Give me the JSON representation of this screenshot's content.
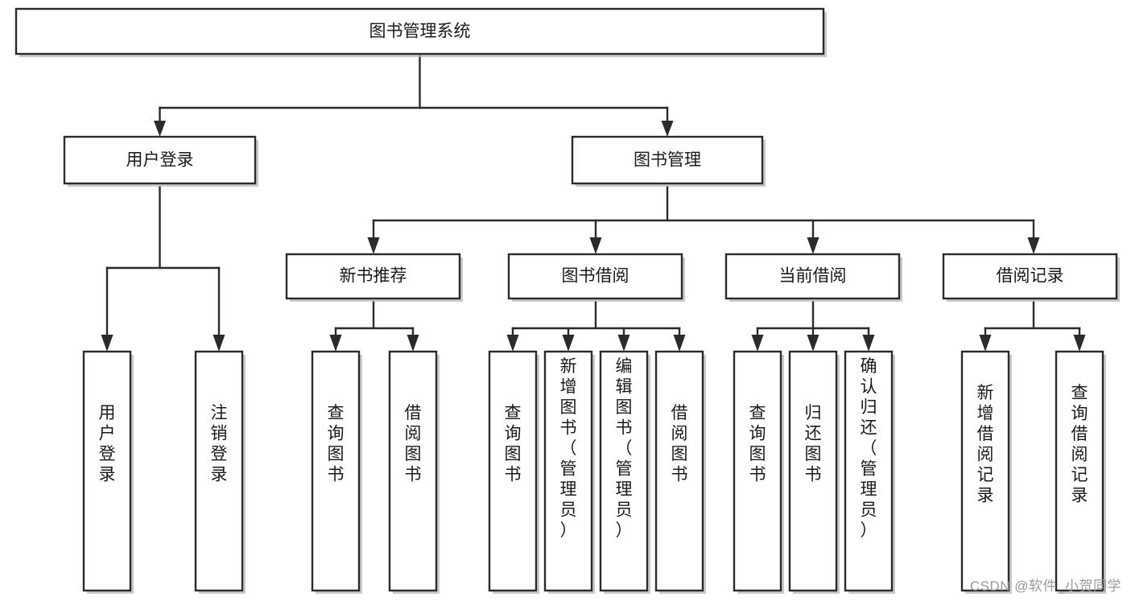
{
  "diagram": {
    "type": "tree",
    "title": "图书管理系统",
    "orientation": "top-down",
    "colors": {
      "box_fill": "#ffffff",
      "box_stroke": "#2b2b2b",
      "shadow": "#b8b8b8",
      "text": "#1a1a1a",
      "background": "#ffffff",
      "watermark": "#9a9a9a"
    },
    "nodes": {
      "root": {
        "label": "图书管理系统",
        "level": 0,
        "orientation": "horizontal"
      },
      "l1": [
        {
          "id": "user-login",
          "label": "用户登录",
          "orientation": "horizontal"
        },
        {
          "id": "book-manage",
          "label": "图书管理",
          "orientation": "horizontal"
        }
      ],
      "l2": [
        {
          "id": "new-book-recommend",
          "label": "新书推荐",
          "parent": "book-manage",
          "orientation": "horizontal"
        },
        {
          "id": "book-borrow",
          "label": "图书借阅",
          "parent": "book-manage",
          "orientation": "horizontal"
        },
        {
          "id": "current-borrow",
          "label": "当前借阅",
          "parent": "book-manage",
          "orientation": "horizontal"
        },
        {
          "id": "borrow-record",
          "label": "借阅记录",
          "parent": "book-manage",
          "orientation": "horizontal"
        }
      ],
      "leaves": [
        {
          "id": "leaf-user-login",
          "label": "用户登录",
          "parent": "user-login",
          "orientation": "vertical"
        },
        {
          "id": "leaf-logout",
          "label": "注销登录",
          "parent": "user-login",
          "orientation": "vertical"
        },
        {
          "id": "leaf-query-book-1",
          "label": "查询图书",
          "parent": "new-book-recommend",
          "orientation": "vertical"
        },
        {
          "id": "leaf-borrow-book-1",
          "label": "借阅图书",
          "parent": "new-book-recommend",
          "orientation": "vertical"
        },
        {
          "id": "leaf-query-book-2",
          "label": "查询图书",
          "parent": "book-borrow",
          "orientation": "vertical"
        },
        {
          "id": "leaf-add-book",
          "label": "新增图书（管理员）",
          "parent": "book-borrow",
          "orientation": "vertical"
        },
        {
          "id": "leaf-edit-book",
          "label": "编辑图书（管理员）",
          "parent": "book-borrow",
          "orientation": "vertical"
        },
        {
          "id": "leaf-borrow-book-2",
          "label": "借阅图书",
          "parent": "book-borrow",
          "orientation": "vertical"
        },
        {
          "id": "leaf-query-book-3",
          "label": "查询图书",
          "parent": "current-borrow",
          "orientation": "vertical"
        },
        {
          "id": "leaf-return-book",
          "label": "归还图书",
          "parent": "current-borrow",
          "orientation": "vertical"
        },
        {
          "id": "leaf-confirm-return",
          "label": "确认归还（管理员）",
          "parent": "current-borrow",
          "orientation": "vertical"
        },
        {
          "id": "leaf-add-record",
          "label": "新增借阅记录",
          "parent": "borrow-record",
          "orientation": "vertical"
        },
        {
          "id": "leaf-query-record",
          "label": "查询借阅记录",
          "parent": "borrow-record",
          "orientation": "vertical"
        }
      ]
    }
  },
  "watermark": {
    "text": "CSDN @软件_小贺同学"
  }
}
